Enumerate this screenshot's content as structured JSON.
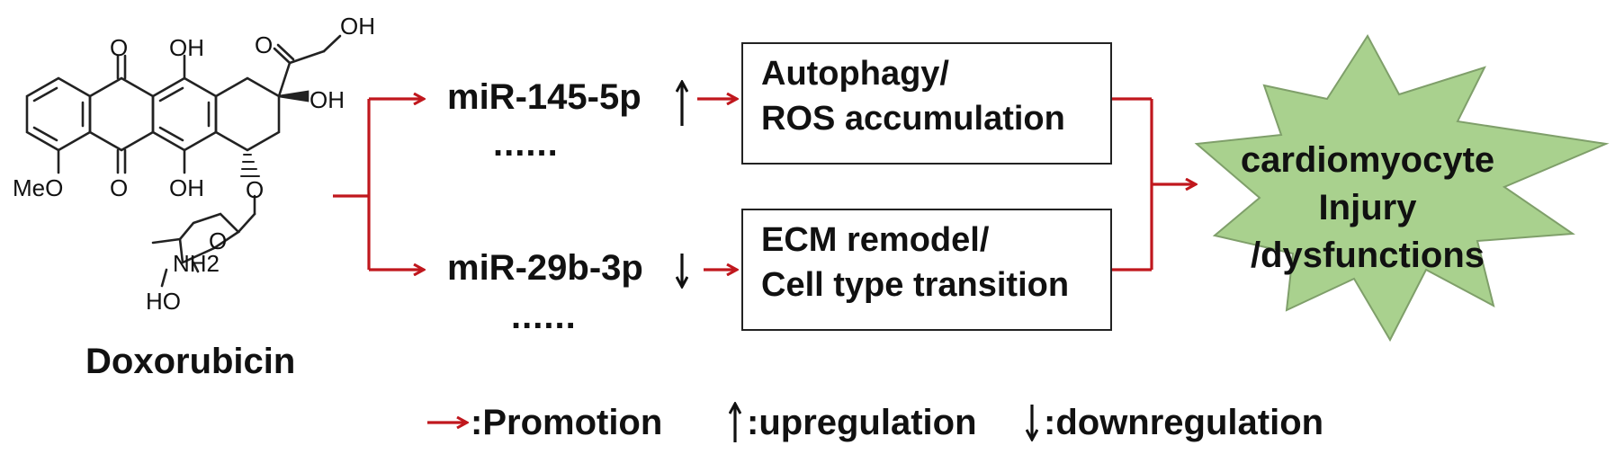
{
  "drug": {
    "name": "Doxorubicin",
    "labels": {
      "o_top": "O",
      "oh_top": "OH",
      "o_side": "O",
      "oh_side": "OH",
      "oh_mid": "OH",
      "meo": "MeO",
      "o_bottom": "O",
      "oh_bottom": "OH",
      "o_glyco": "O",
      "o_ring": "O",
      "nh2": "NH2",
      "ho": "HO"
    }
  },
  "pathways": [
    {
      "mirna": "miR-145-5p",
      "direction": "up",
      "dots": "......",
      "effect_lines": [
        "Autophagy/",
        "ROS accumulation"
      ]
    },
    {
      "mirna": "miR-29b-3p",
      "direction": "down",
      "dots": "......",
      "effect_lines": [
        "ECM remodel/",
        "Cell type transition"
      ]
    }
  ],
  "outcome": {
    "lines": [
      "cardiomyocyte",
      "Injury",
      "/dysfunctions"
    ]
  },
  "legend": {
    "promotion": ":Promotion",
    "upregulation": ":upregulation",
    "downregulation": ":downregulation"
  },
  "colors": {
    "arrow": "#c0171d",
    "star_fill": "#a9d18e",
    "star_stroke": "#7f9f6a",
    "text": "#111111"
  }
}
